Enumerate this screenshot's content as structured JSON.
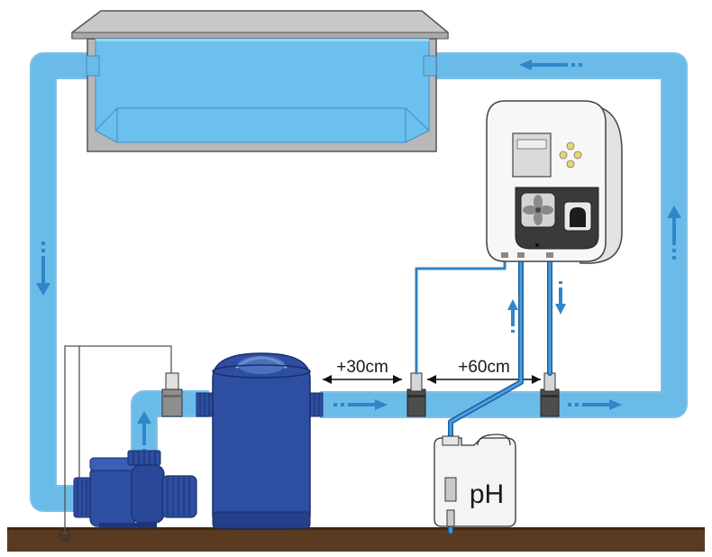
{
  "diagram": {
    "labels": {
      "distance_1": "+30cm",
      "distance_2": "+60cm",
      "canister": "pH"
    },
    "colors": {
      "water": "#5db4e6",
      "water_dark": "#2f86c8",
      "pool_water": "#6cc0ee",
      "equipment_blue": "#2d4ea1",
      "equipment_dark": "#1d3579",
      "ground": "#5b3a22",
      "pool_wall": "#b4b4b4",
      "tube": "#2e82c7",
      "outline": "#333333"
    },
    "icons": [
      "flow-arrow-icon",
      "ground-symbol-icon",
      "fan-icon",
      "probe-icon"
    ]
  }
}
